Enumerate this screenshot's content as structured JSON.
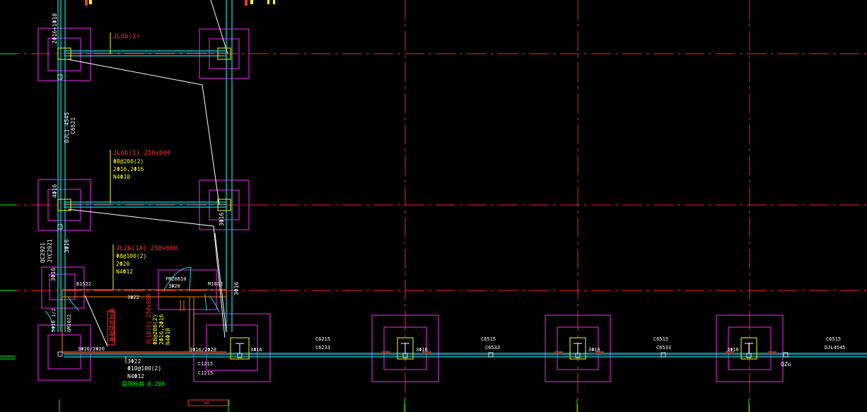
{
  "colors": {
    "background": "#000000",
    "axis": "#ff2020",
    "beam": "#00e5e5",
    "beam_inner": "#5ad0ff",
    "pad": "#d020d0",
    "red_text": "#ff3030",
    "yellow_text": "#ffff00",
    "white": "#ffffff",
    "green": "#00ff00",
    "orange": "#ff8000",
    "brown": "#8a3a1a"
  },
  "labels": {
    "jl6_1": "JL6b(1)",
    "jl6_2": "JL6b(1) 250x600",
    "jl6_2_stirrup": "Φ8@200(2)",
    "jl6_2_bars": "2Φ16,2Φ16",
    "jl6_2_side": "N4Φ10",
    "jl2": "JL2b(1A) 250x600",
    "jl2_stirrup": "Φ8@100(2)",
    "jl2_bars": "2Φ20",
    "jl2_side": "N4Φ12",
    "jl10": "JL10(1) 250x600",
    "jl10_stirrup": "Φ8@200(2)",
    "jl10_bars": "2Φ16,2Φ16",
    "jl10_side": "N4Φ10",
    "red_note": "基础梁底标高",
    "bottom_bars": "3Φ22",
    "bottom_stirrup": "Φ10@100(2)",
    "bottom_side": "N4Φ12",
    "elevation": "梁顶标高-0.200",
    "top_bar_1": "2Φ16+1Φ18",
    "top_bar_2": "4Φ16",
    "vertical_1": "DJL1 4545",
    "vertical_2": "C6521",
    "side_1": "QC2921",
    "side_2": "JYC2921",
    "side_3": "3Φ16",
    "col_bars": "3Φ16",
    "door_1": "FMZ0810",
    "door_1_bars": "3Φ20",
    "m_label": "M1022",
    "b_label": "B1522",
    "mid_bar": "3Φ22",
    "bars_a": "3Φ16/2Φ20",
    "bars_b": "3Φ16/2Φ20",
    "bars_c": "3Φ16",
    "bars_d": "3Φ16",
    "bars_e": "3Φ16",
    "bars_f": "3Φ16",
    "c_215": "C6215",
    "c_233": "C6233",
    "c_515_1": "C6515",
    "c_533_1": "C6533",
    "c_515_2": "C6515",
    "c_533_2": "C6533",
    "c_515_3": "C6515",
    "c_545": "DJL4545",
    "c1215_a": "C1215",
    "c1215_b": "C1215",
    "qz": "QZo",
    "small_a": "5Φ16 1/2",
    "small_b": "GM1022",
    "dim": "995"
  }
}
